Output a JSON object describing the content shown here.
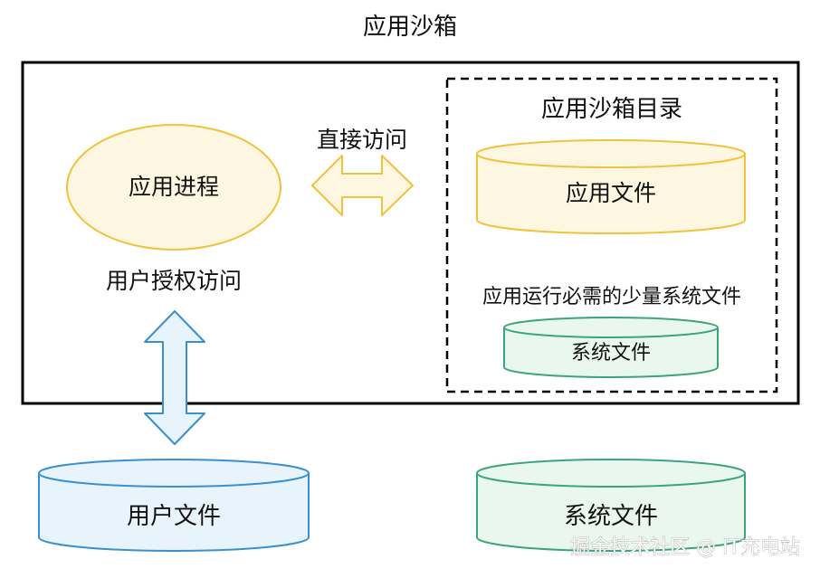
{
  "diagram": {
    "title": "应用沙箱",
    "process_label": "应用进程",
    "direct_access_label": "直接访问",
    "sandbox_dir_label": "应用沙箱目录",
    "app_files_label": "应用文件",
    "system_files_needed_label": "应用运行必需的少量系统文件",
    "inner_system_files_label": "系统文件",
    "user_auth_access_label": "用户授权访问",
    "user_files_label": "用户文件",
    "outer_system_files_label": "系统文件"
  },
  "watermark": {
    "text": "掘金技术社区 @ IT充电站"
  },
  "colors": {
    "yellow_fill": "#fdf6e0",
    "yellow_stroke": "#f2c23c",
    "green_fill": "#eaf7ef",
    "green_stroke": "#3aa57a",
    "blue_fill": "#e8f4fc",
    "blue_stroke": "#3a8fd0",
    "border": "#000000"
  }
}
